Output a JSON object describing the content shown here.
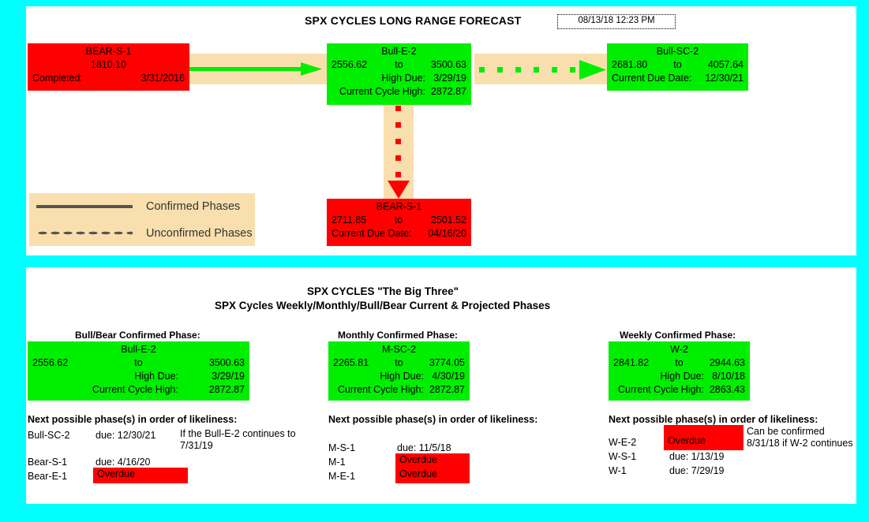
{
  "header": {
    "title": "SPX CYCLES LONG RANGE FORECAST",
    "timestamp": "08/13/18 12:23 PM"
  },
  "colors": {
    "background": "#00ffff",
    "panel": "#ffffff",
    "bullish": "#00ee00",
    "bearish": "#ff0000",
    "connector": "#fadfae",
    "legend_line": "#555555"
  },
  "forecast": {
    "boxes": {
      "bear_s1_completed": {
        "name": "BEAR-S-1",
        "value": "1810.10",
        "status_label": "Completed:",
        "status_value": "3/31/2016",
        "state": "bearish"
      },
      "bull_e2": {
        "name": "Bull-E-2",
        "low": "2556.62",
        "to": "to",
        "high": "3500.63",
        "due_label": "High Due:",
        "due_value": "3/29/19",
        "cycle_label": "Current Cycle High:",
        "cycle_value": "2872.87",
        "state": "bullish"
      },
      "bull_sc2": {
        "name": "Bull-SC-2",
        "low": "2681.80",
        "to": "to",
        "high": "4057.64",
        "due_label": "Current Due Date:",
        "due_value": "12/30/21",
        "state": "bullish"
      },
      "bear_s1_projected": {
        "name": "BEAR-S-1",
        "low": "2711.85",
        "to": "to",
        "high": "2501.52",
        "due_label": "Current Due Date:",
        "due_value": "04/16/20",
        "state": "bearish"
      }
    },
    "legend": {
      "confirmed": "Confirmed Phases",
      "unconfirmed": "Unconfirmed Phases"
    }
  },
  "bigthree": {
    "title": "SPX CYCLES \"The Big Three\"",
    "subtitle": "SPX Cycles Weekly/Monthly/Bull/Bear Current & Projected Phases",
    "next_label": "Next possible phase(s) in order of likeliness:",
    "columns": [
      {
        "heading": "Bull/Bear Confirmed Phase:",
        "phase": {
          "name": "Bull-E-2",
          "low": "2556.62",
          "to": "to",
          "high": "3500.63",
          "due_label": "High Due:",
          "due_value": "3/29/19",
          "cycle_label": "Current Cycle High:",
          "cycle_value": "2872.87"
        },
        "next": [
          {
            "name": "Bull-SC-2",
            "due": "due: 12/30/21",
            "overdue": false
          },
          {
            "name": "Bear-S-1",
            "due": "due: 4/16/20",
            "overdue": false
          },
          {
            "name": "Bear-E-1",
            "due": "Overdue",
            "overdue": true
          }
        ],
        "note": "If the Bull-E-2 continues to 7/31/19"
      },
      {
        "heading": "Monthly Confirmed Phase:",
        "phase": {
          "name": "M-SC-2",
          "low": "2265.81",
          "to": "to",
          "high": "3774.05",
          "due_label": "High Due:",
          "due_value": "4/30/19",
          "cycle_label": "Current Cycle High:",
          "cycle_value": "2872.87"
        },
        "next": [
          {
            "name": "M-S-1",
            "due": "due: 11/5/18",
            "overdue": false
          },
          {
            "name": "M-1",
            "due": "Overdue",
            "overdue": true
          },
          {
            "name": "M-E-1",
            "due": "Overdue",
            "overdue": true
          }
        ],
        "note": ""
      },
      {
        "heading": "Weekly Confirmed Phase:",
        "phase": {
          "name": "W-2",
          "low": "2841.82",
          "to": "to",
          "high": "2944.63",
          "due_label": "High Due:",
          "due_value": "8/10/18",
          "cycle_label": "Current Cycle High:",
          "cycle_value": "2863.43"
        },
        "next": [
          {
            "name": "W-E-2",
            "due": "Overdue",
            "overdue": true
          },
          {
            "name": "W-S-1",
            "due": "due: 1/13/19",
            "overdue": false
          },
          {
            "name": "W-1",
            "due": "due: 7/29/19",
            "overdue": false
          }
        ],
        "note": "Can be confirmed 8/31/18 if W-2 continues"
      }
    ]
  }
}
